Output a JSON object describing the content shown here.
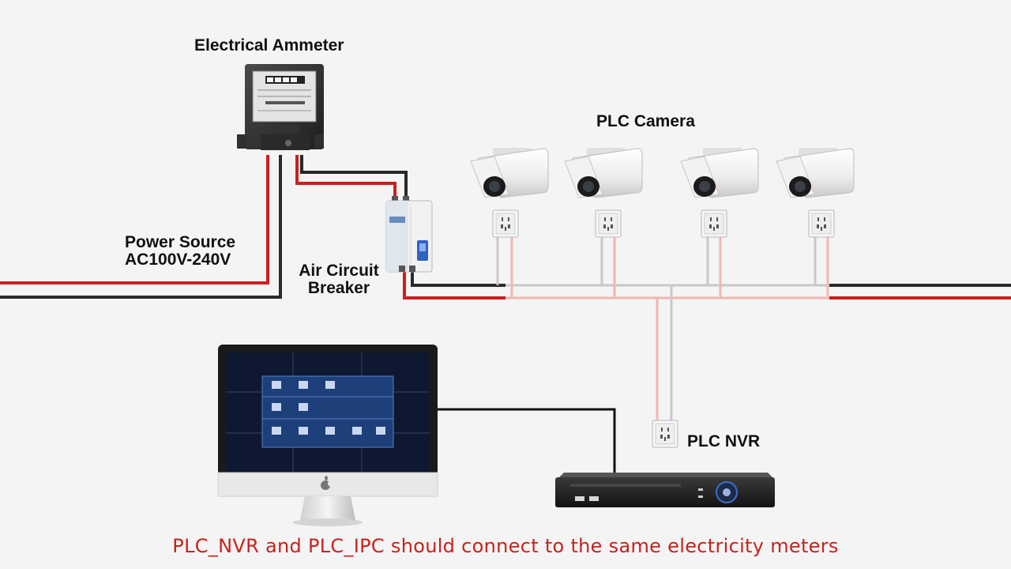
{
  "labels": {
    "ammeter": "Electrical Ammeter",
    "camera": "PLC Camera",
    "power_line1": "Power Source",
    "power_line2": "AC100V-240V",
    "breaker_line1": "Air Circuit",
    "breaker_line2": "Breaker",
    "nvr": "PLC NVR"
  },
  "caption": "PLC_NVR and PLC_IPC should connect to the same electricity meters",
  "colors": {
    "live_wire": "#cc1f1f",
    "neutral_wire": "#2a2a2a",
    "plc_live": "#f2b6b0",
    "plc_neutral": "#c8c8c8",
    "caption": "#c8221d",
    "monitor_screen": "#0e1830",
    "menu_panel": "#1d3f7a"
  },
  "icons": {
    "ammeter": "electric-meter-icon",
    "breaker": "circuit-breaker-icon",
    "camera": "bullet-camera-icon",
    "outlet": "power-outlet-icon",
    "monitor": "monitor-icon",
    "nvr": "nvr-recorder-icon",
    "apple": "apple-logo-icon"
  }
}
